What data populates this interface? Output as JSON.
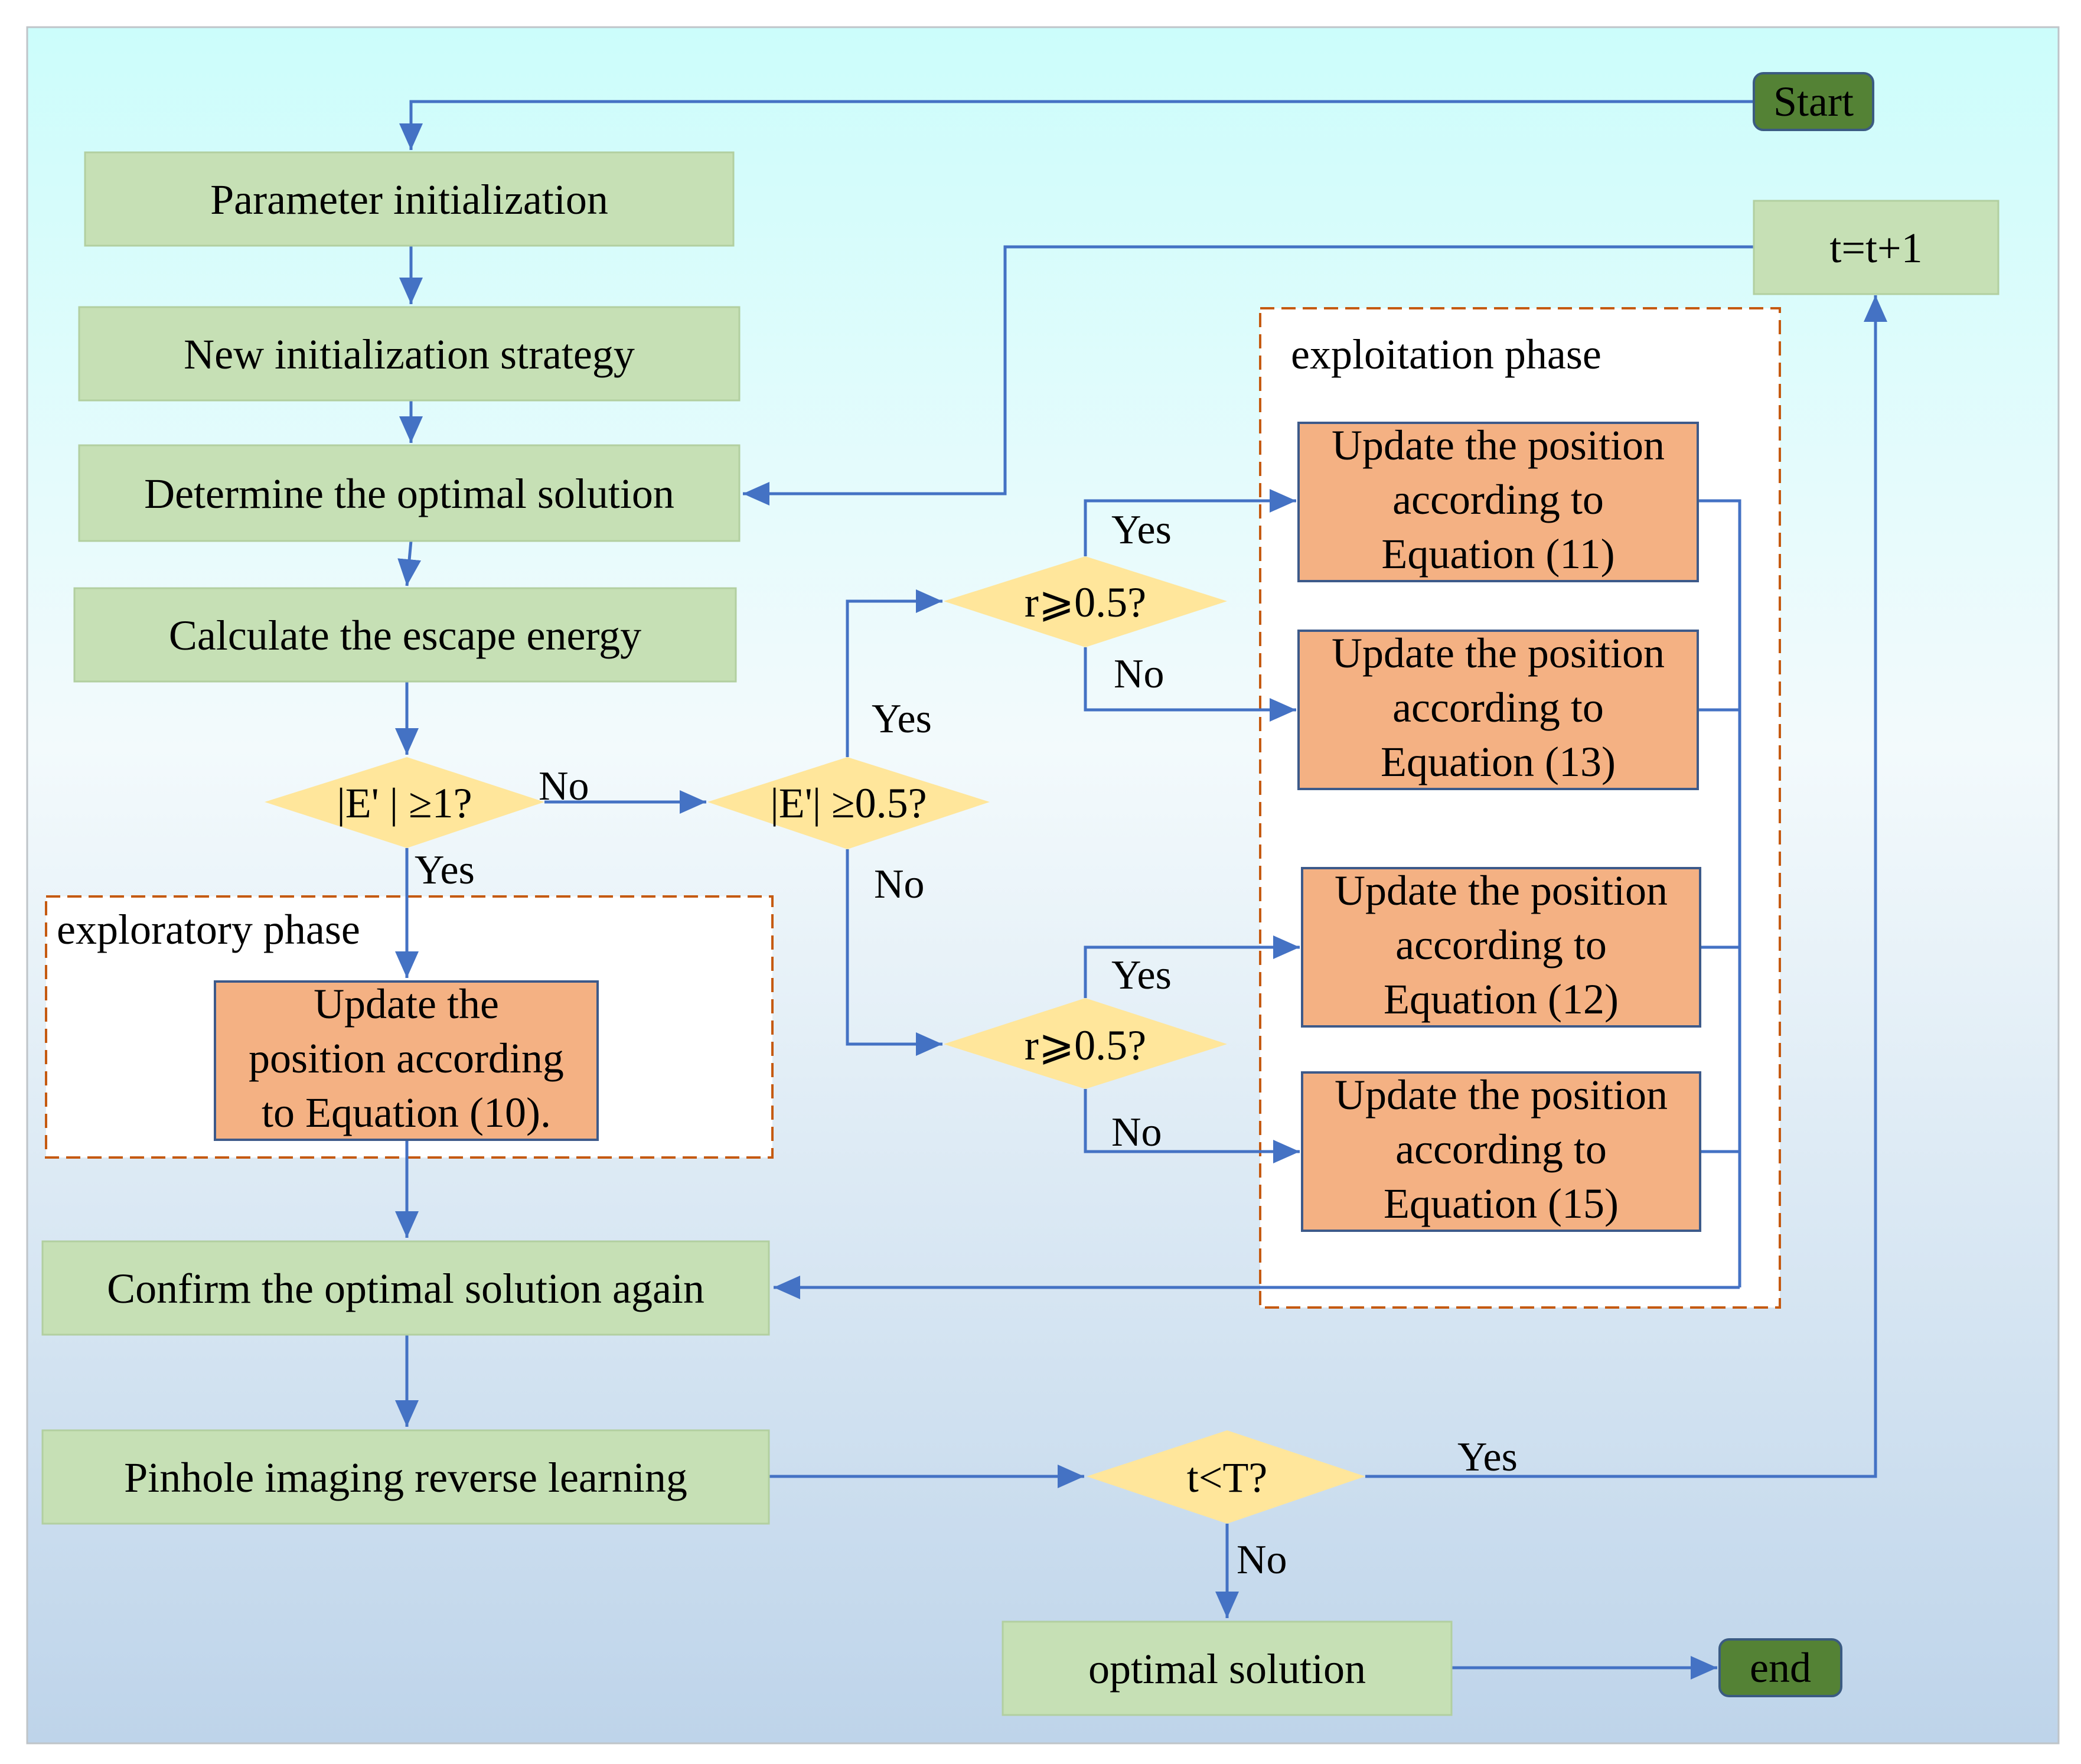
{
  "colors": {
    "background_top": "#ccfdfb",
    "background_bottom": "#bed4ea",
    "process_fill": "#c6e0b5",
    "process_stroke": "#b2cfa0",
    "update_fill": "#f4b183",
    "update_stroke": "#3d5a8a",
    "decision_fill": "#ffe69b",
    "terminal_fill": "#548235",
    "terminal_stroke": "#3b5b82",
    "arrow": "#4472c4",
    "phase_border": "#c55a11",
    "text": "#000000"
  },
  "terminals": {
    "start": "Start",
    "end": "end"
  },
  "process": {
    "param_init": "Parameter initialization",
    "new_init": "New initialization strategy",
    "determine_optimal": "Determine the optimal solution",
    "escape_energy": "Calculate the escape energy",
    "confirm_optimal": "Confirm the optimal solution again",
    "pinhole": "Pinhole imaging reverse learning",
    "optimal_solution": "optimal solution",
    "increment": "t=t+1"
  },
  "decisions": {
    "e_ge_1": "|E' | ≥1?",
    "e_ge_05": "|E'| ≥0.5?",
    "r_upper": "r⩾0.5?",
    "r_lower": "r⩾0.5?",
    "t_lt_T": "t<T?"
  },
  "phases": {
    "exploratory": "exploratory phase",
    "exploitation": "exploitation phase"
  },
  "updates": {
    "eq10": [
      "Update the",
      "position according",
      "to Equation (10)."
    ],
    "eq11": [
      "Update the position",
      "according to",
      "Equation (11)"
    ],
    "eq13": [
      "Update the position",
      "according to",
      "Equation (13)"
    ],
    "eq12": [
      "Update the position",
      "according to",
      "Equation (12)"
    ],
    "eq15": [
      "Update the position",
      "according to",
      "Equation (15)"
    ]
  },
  "edge_labels": {
    "e1_no": "No",
    "e1_yes": "Yes",
    "e05_yes": "Yes",
    "e05_no": "No",
    "r_upper_yes": "Yes",
    "r_upper_no": "No",
    "r_lower_yes": "Yes",
    "r_lower_no": "No",
    "t_yes": "Yes",
    "t_no": "No"
  }
}
